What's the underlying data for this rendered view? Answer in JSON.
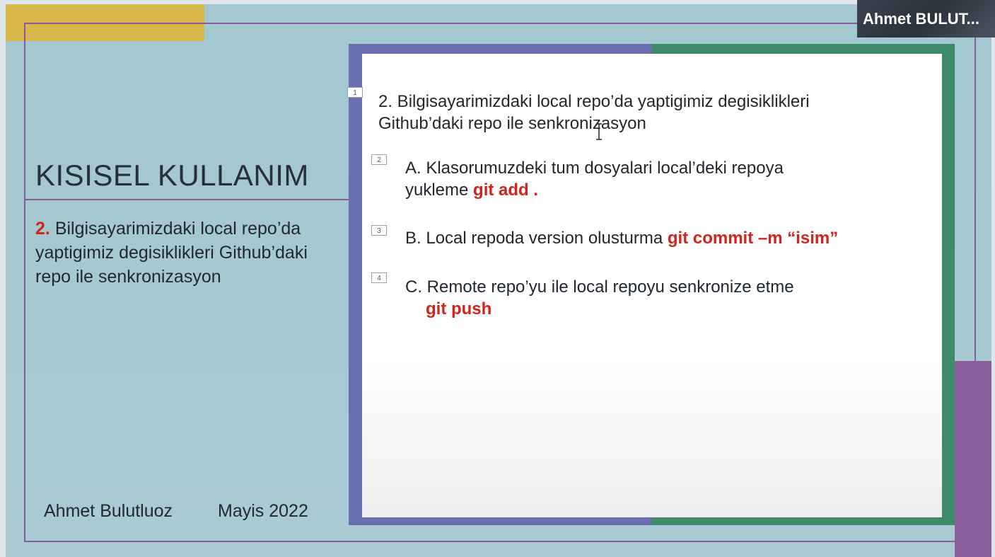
{
  "slide": {
    "title": "KISISEL KULLANIM",
    "subtitle_number": "2.",
    "subtitle_text": "Bilgisayarimizdaki local repo’da yaptigimiz degisiklikleri Github’daki repo ile senkronizasyon",
    "author": "Ahmet Bulutluoz",
    "date": "Mayis 2022"
  },
  "content": {
    "heading_line1": "2. Bilgisayarimizdaki local repo’da yaptigimiz degisiklikleri",
    "heading_line2": "Github’daki repo ile senkronizasyon",
    "items": [
      {
        "line1": "A. Klasorumuzdeki tum dosyalari local’deki repoya",
        "line2_prefix": "yukleme ",
        "command": "git add ."
      },
      {
        "line1_prefix": "B. Local repoda version olusturma ",
        "command": "git commit –m “isim”"
      },
      {
        "line1": "C. Remote repo’yu ile local repoyu senkronize etme",
        "command": "git push"
      }
    ],
    "animation_tags": [
      "1",
      "2",
      "3",
      "4"
    ]
  },
  "presenter": {
    "name": "Ahmet BULUT..."
  },
  "colors": {
    "background": "#a4c8d0",
    "accent_yellow": "#d9b84a",
    "accent_purple": "#8a5f9c",
    "frame_left": "#6b6eb0",
    "frame_right": "#3f8a6a",
    "command_red": "#d2231d"
  },
  "icons": {
    "cursor": "text-cursor-icon"
  }
}
